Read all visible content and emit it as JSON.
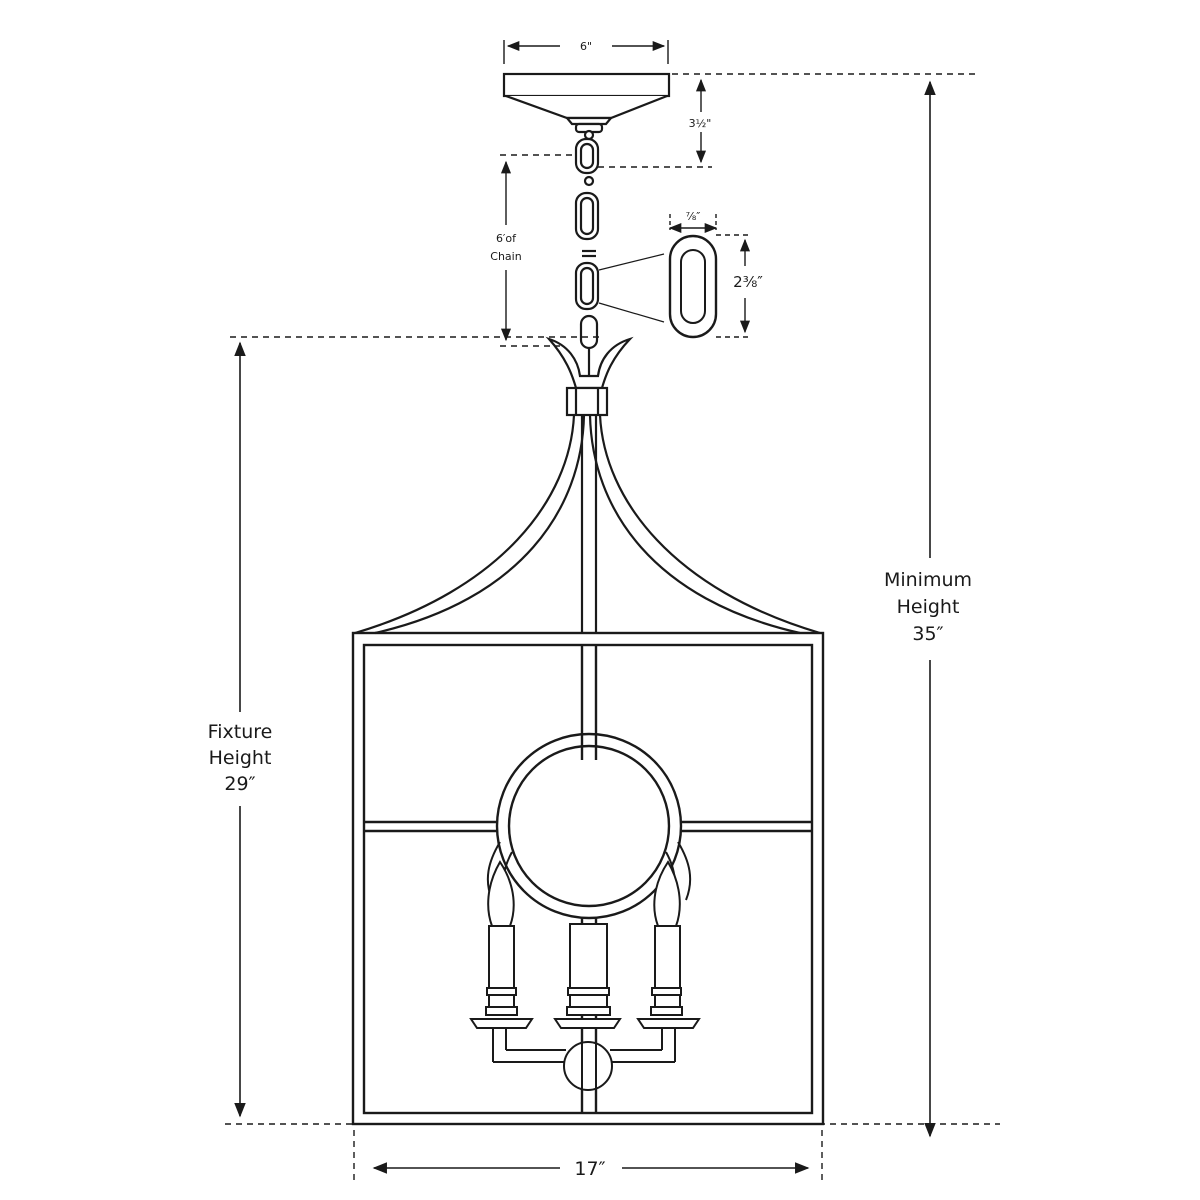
{
  "dimensions": {
    "canopy_width": "6\"",
    "canopy_height": "3½\"",
    "chain_length_line1": "6′of",
    "chain_length_line2": "Chain",
    "link_width": "⅞″",
    "link_height": "2⅜″",
    "fixture_height_line1": "Fixture",
    "fixture_height_line2": "Height",
    "fixture_height_line3": "29″",
    "minimum_height_line1": "Minimum",
    "minimum_height_line2": "Height",
    "minimum_height_line3": "35″",
    "fixture_width": "17″"
  },
  "colors": {
    "line": "#1a1a1a",
    "background": "#ffffff"
  }
}
